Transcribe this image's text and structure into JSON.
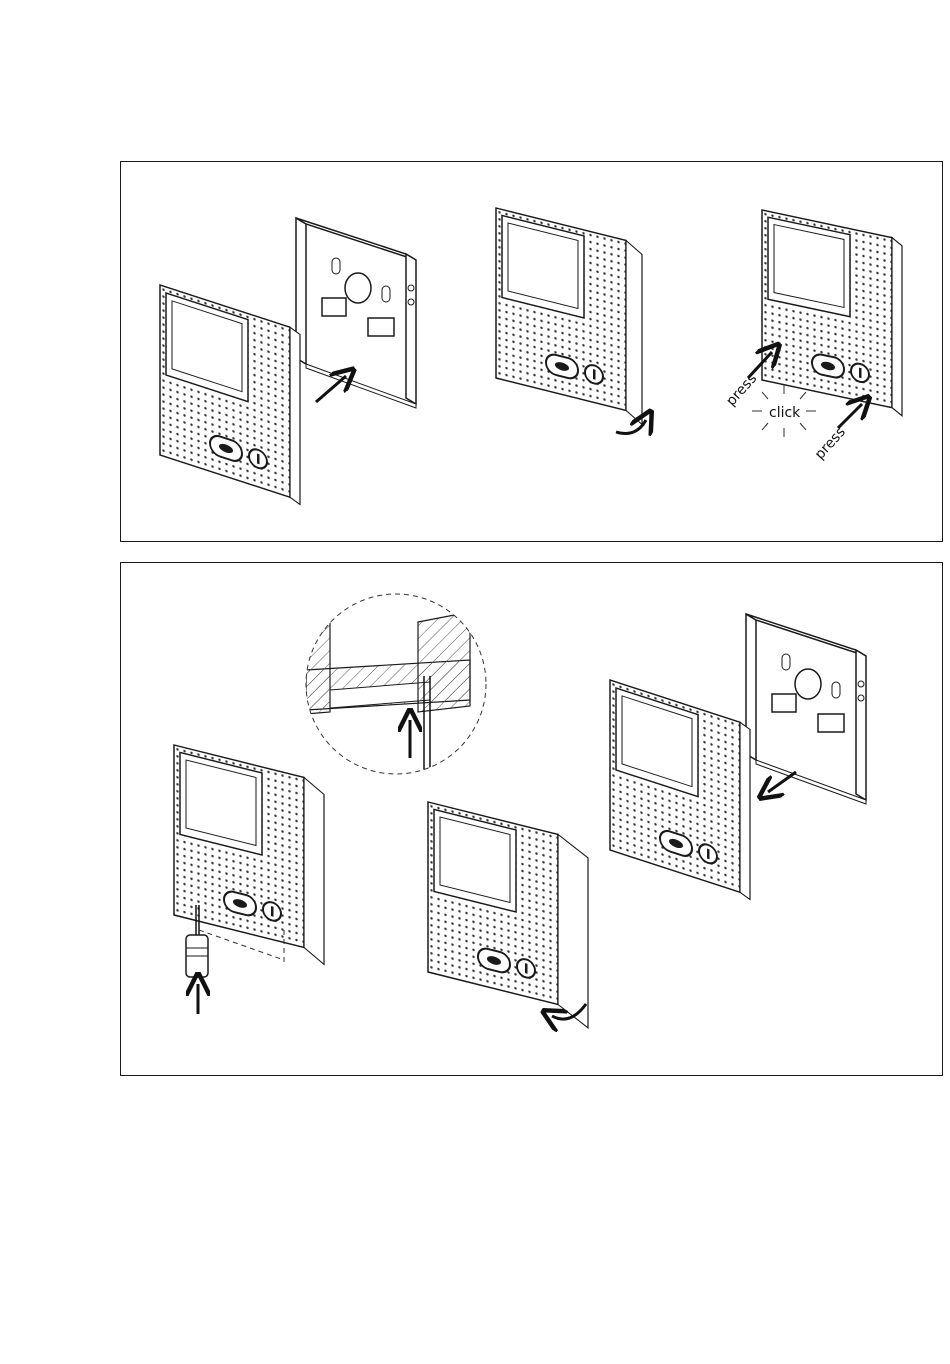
{
  "steps_top": {
    "press_label_1": "press",
    "press_label_2": "press",
    "click_label": "click"
  },
  "colors": {
    "line": "#1a1a1a",
    "dots": "#333333",
    "hatch": "#555555"
  }
}
